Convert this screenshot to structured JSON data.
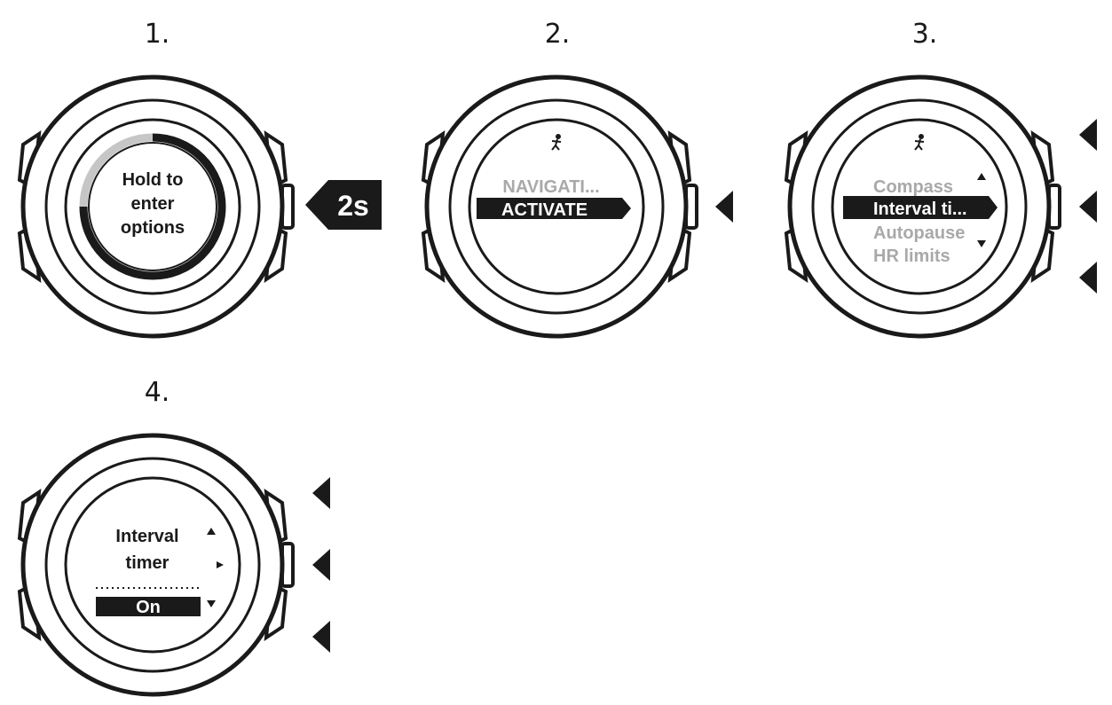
{
  "steps": [
    {
      "number": "1.",
      "screen_text": [
        "Hold to",
        "enter",
        "options"
      ],
      "hold_badge": "2s"
    },
    {
      "number": "2.",
      "menu": {
        "above": "NAVIGATI...",
        "selected": "ACTIVATE"
      }
    },
    {
      "number": "3.",
      "menu": {
        "above": "Compass",
        "selected": "Interval ti...",
        "below": [
          "Autopause",
          "HR limits"
        ]
      }
    },
    {
      "number": "4.",
      "setting": {
        "name": [
          "Interval",
          "timer"
        ],
        "value": "On"
      }
    }
  ],
  "colors": {
    "ink": "#1a1a1a",
    "inactive_text": "#a9a9a9",
    "progress_light": "#c6c6c6",
    "background": "#ffffff"
  },
  "icons": {
    "activity": "running-figure-icon",
    "button_press": "triangle-arrow-left-icon",
    "scroll_up": "triangle-up-icon",
    "scroll_down": "triangle-down-icon"
  }
}
